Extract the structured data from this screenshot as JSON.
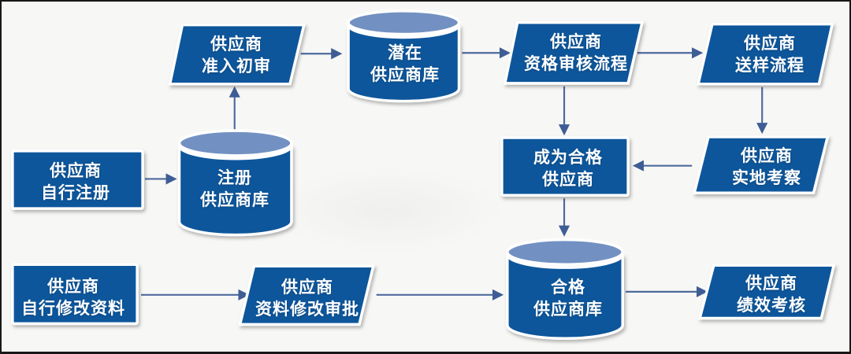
{
  "diagram": {
    "nodes": [
      {
        "id": "admission-initial-review",
        "shape": "parallelogram",
        "line1": "供应商",
        "line2": "准入初审"
      },
      {
        "id": "potential-supplier-db",
        "shape": "cylinder",
        "line1": "潜在",
        "line2": "供应商库"
      },
      {
        "id": "qualification-review-process",
        "shape": "parallelogram",
        "line1": "供应商",
        "line2": "资格审核流程"
      },
      {
        "id": "sample-submission-process",
        "shape": "parallelogram",
        "line1": "供应商",
        "line2": "送样流程"
      },
      {
        "id": "self-registration",
        "shape": "rectangle",
        "line1": "供应商",
        "line2": "自行注册"
      },
      {
        "id": "registered-supplier-db",
        "shape": "cylinder",
        "line1": "注册",
        "line2": "供应商库"
      },
      {
        "id": "become-qualified-supplier",
        "shape": "rectangle",
        "line1": "成为合格",
        "line2": "供应商"
      },
      {
        "id": "site-inspection",
        "shape": "parallelogram",
        "line1": "供应商",
        "line2": "实地考察"
      },
      {
        "id": "self-modify-info",
        "shape": "rectangle",
        "line1": "供应商",
        "line2": "自行修改资料"
      },
      {
        "id": "info-modification-approval",
        "shape": "parallelogram",
        "line1": "供应商",
        "line2": "资料修改审批"
      },
      {
        "id": "qualified-supplier-db",
        "shape": "cylinder",
        "line1": "合格",
        "line2": "供应商库"
      },
      {
        "id": "performance-assessment",
        "shape": "parallelogram",
        "line1": "供应商",
        "line2": "绩效考核"
      }
    ],
    "arrows": [
      {
        "from": "admission-initial-review",
        "to": "potential-supplier-db"
      },
      {
        "from": "potential-supplier-db",
        "to": "qualification-review-process"
      },
      {
        "from": "qualification-review-process",
        "to": "sample-submission-process"
      },
      {
        "from": "registered-supplier-db",
        "to": "admission-initial-review"
      },
      {
        "from": "self-registration",
        "to": "registered-supplier-db"
      },
      {
        "from": "qualification-review-process",
        "to": "become-qualified-supplier"
      },
      {
        "from": "sample-submission-process",
        "to": "site-inspection"
      },
      {
        "from": "site-inspection",
        "to": "become-qualified-supplier"
      },
      {
        "from": "become-qualified-supplier",
        "to": "qualified-supplier-db"
      },
      {
        "from": "self-modify-info",
        "to": "info-modification-approval"
      },
      {
        "from": "info-modification-approval",
        "to": "qualified-supplier-db"
      },
      {
        "from": "qualified-supplier-db",
        "to": "performance-assessment"
      }
    ],
    "colors": {
      "shape_fill": "#11569b",
      "cylinder_top_fill": "#7291c2",
      "shape_outline": "#ffffff",
      "arrow": "#4e6a9d",
      "text": "#ffffff",
      "background": "#f7f7f5",
      "frame_border": "#181818"
    }
  }
}
